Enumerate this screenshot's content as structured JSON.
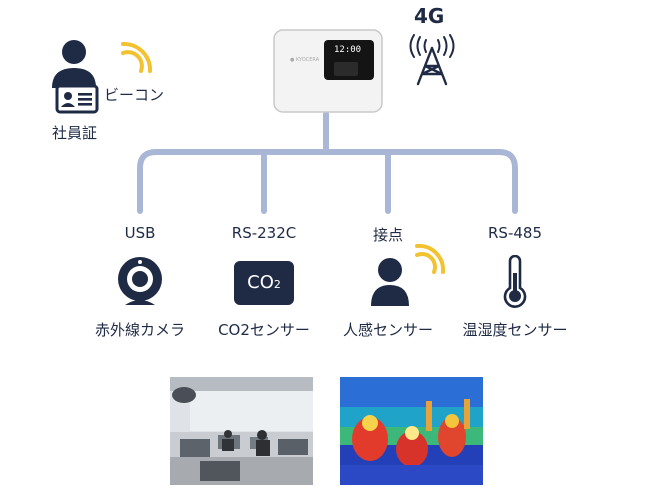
{
  "badge": {
    "label": "社員証",
    "beacon": "ビーコン"
  },
  "network": {
    "label": "4G"
  },
  "router": {
    "display": "12:00"
  },
  "ports": [
    "USB",
    "RS-232C",
    "接点",
    "RS-485"
  ],
  "sensors": [
    "赤外線カメラ",
    "CO2センサー",
    "人感センサー",
    "温湿度センサー"
  ],
  "co2_icon": {
    "main": "CO",
    "sub": "2"
  },
  "colors": {
    "accent": "#1f2a44",
    "line": "#a9b6d6",
    "wave": "#f2c230"
  }
}
